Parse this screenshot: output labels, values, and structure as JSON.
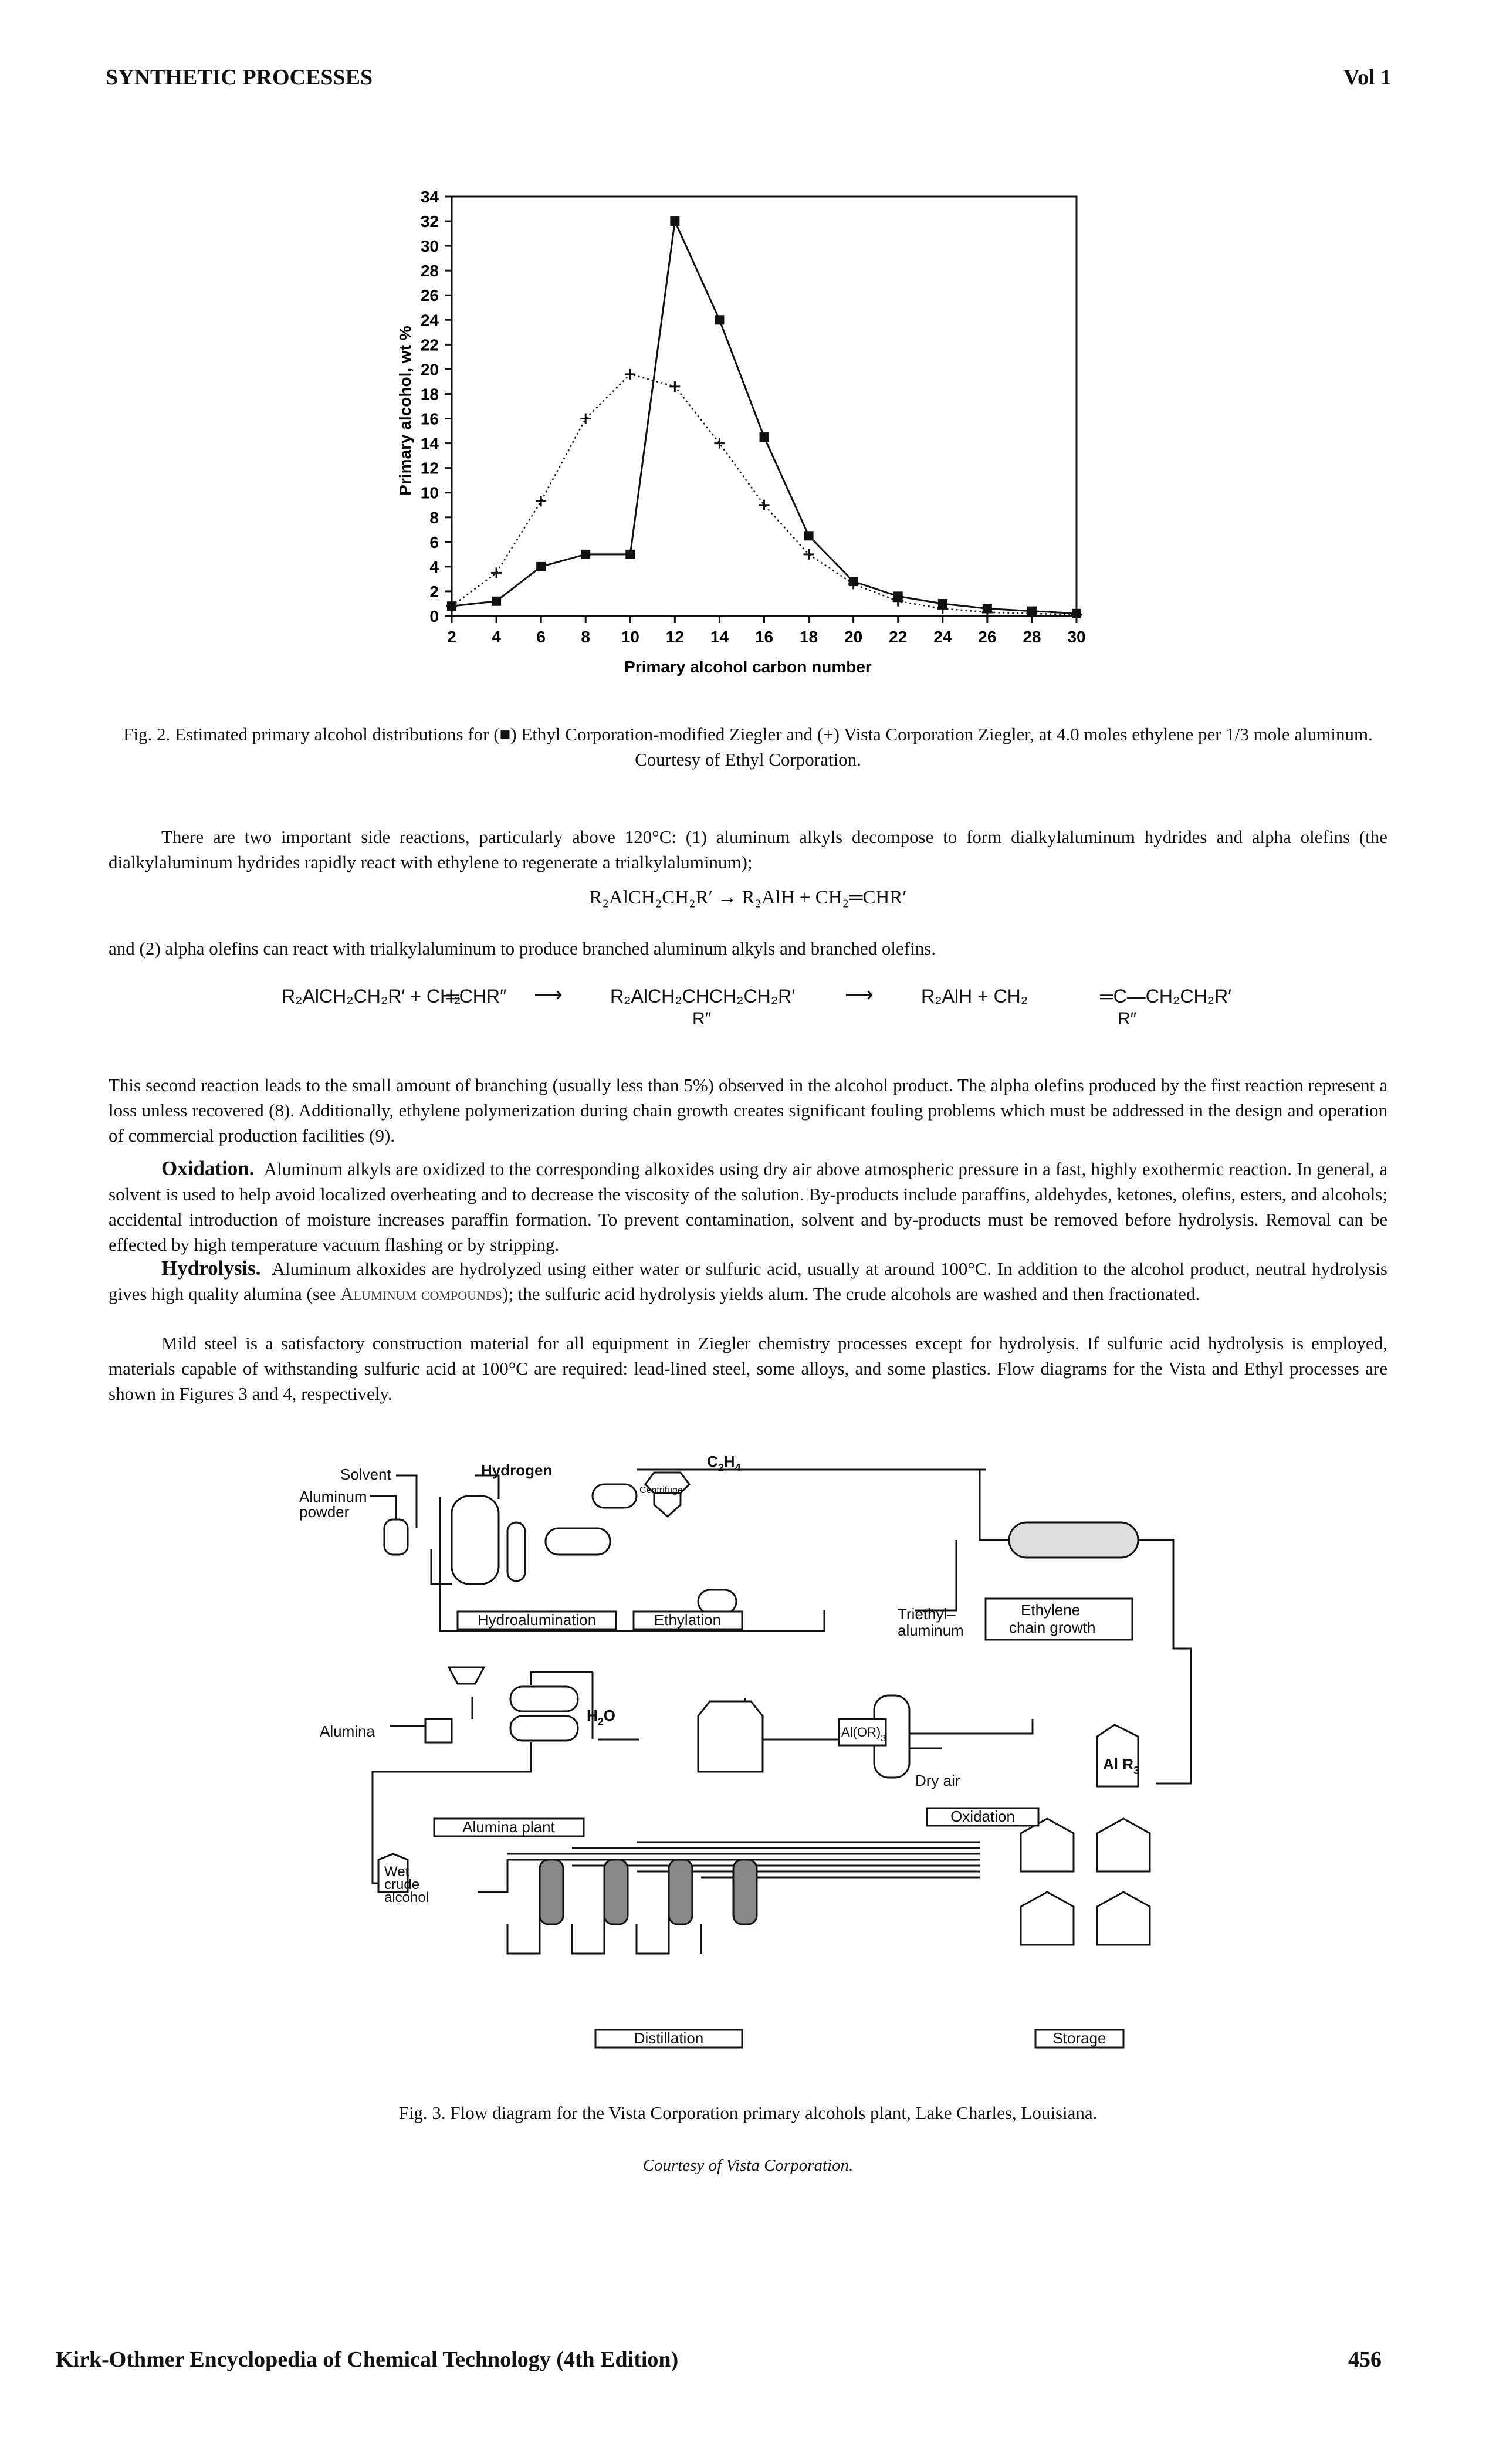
{
  "header": {
    "left": "SYNTHETIC PROCESSES",
    "right": "Vol 1"
  },
  "footer": {
    "left": "Kirk-Othmer Encyclopedia of Chemical Technology (4th Edition)",
    "right": "456"
  },
  "chart_data": {
    "type": "line",
    "xlabel": "Primary alcohol carbon number",
    "ylabel": "Primary alcohol, wt %",
    "xlim": [
      2,
      30
    ],
    "ylim": [
      0,
      34
    ],
    "xticks": [
      2,
      4,
      6,
      8,
      10,
      12,
      14,
      16,
      18,
      20,
      22,
      24,
      26,
      28,
      30
    ],
    "yticks": [
      0,
      2,
      4,
      6,
      8,
      10,
      12,
      14,
      16,
      18,
      20,
      22,
      24,
      26,
      28,
      30,
      32,
      34
    ],
    "grid": false,
    "series": [
      {
        "marker": "square",
        "line": "solid",
        "x": [
          2,
          4,
          6,
          8,
          10,
          12,
          14,
          16,
          18,
          20,
          22,
          24,
          26,
          28,
          30
        ],
        "y": [
          0.8,
          1.2,
          4.0,
          5.0,
          5.0,
          32.0,
          24.0,
          14.5,
          6.5,
          2.8,
          1.6,
          1.0,
          0.6,
          0.4,
          0.2
        ]
      },
      {
        "marker": "plus",
        "line": "dotted",
        "x": [
          2,
          4,
          6,
          8,
          10,
          12,
          14,
          16,
          18,
          20,
          22,
          24,
          26,
          28,
          30
        ],
        "y": [
          0.8,
          3.5,
          9.3,
          16.0,
          19.6,
          18.6,
          14.0,
          9.0,
          5.0,
          2.6,
          1.2,
          0.6,
          0.3,
          0.2,
          0.1
        ]
      }
    ]
  },
  "fig2_caption": "Fig. 2. Estimated primary alcohol distributions for (■) Ethyl Corporation-modified Ziegler and (+) Vista Corporation Ziegler, at 4.0 moles ethylene per 1/3 mole aluminum. Courtesy of Ethyl Corporation.",
  "para1": "There are two important side reactions, particularly above 120°C: (1) aluminum alkyls decompose to form dialkylaluminum hydrides and alpha olefins (the dialkylaluminum hydrides rapidly react with ethylene to regenerate a trialkylaluminum);",
  "eq1": "R₂AlCH₂CH₂R′ → R₂AlH + CH₂═CHR′",
  "para2": "and (2) alpha olefins can react with trialkylaluminum to produce branched aluminum alkyls and branched olefins.",
  "eq2": {
    "part1": "R₂AlCH₂CH₂R′ + CH₂",
    "part2": "═CHR″",
    "part3": "R₂AlCH₂CHCH₂CH₂R′",
    "part4": "R₂AlH + CH₂",
    "part5": "═C—CH₂CH₂R′",
    "sub1": "R″",
    "sub2": "R″"
  },
  "para3": "This second reaction leads to the small amount of branching (usually less than 5%) observed in the alcohol product. The alpha olefins produced by the first reaction represent a loss unless recovered (8). Additionally, ethylene polymerization during chain growth creates significant fouling problems which must be addressed in the design and operation of commercial production facilities (9).",
  "oxidation_head": "Oxidation.",
  "oxidation_text": "Aluminum alkyls are oxidized to the corresponding alkoxides using dry air above atmospheric pressure in a fast, highly exothermic reaction. In general, a solvent is used to help avoid localized overheating and to decrease the viscosity of the solution. By-products include paraffins, aldehydes, ketones, olefins, esters, and alcohols; accidental introduction of moisture increases paraffin formation. To prevent contamination, solvent and by-products must be removed before hydrolysis. Removal can be effected by high temperature vacuum flashing or by stripping.",
  "hydrolysis_head": "Hydrolysis.",
  "hydrolysis_text_a": "Aluminum alkoxides are hydrolyzed using either water or sulfuric acid, usually at around 100°C. In addition to the alcohol product, neutral hydrolysis gives high quality alumina (see ",
  "hydrolysis_link": "Aluminum compounds",
  "hydrolysis_text_b": "); the sulfuric acid hydrolysis yields alum. The crude alcohols are washed and then fractionated.",
  "para_steel": "Mild steel is a satisfactory construction material for all equipment in Ziegler chemistry processes except for hydrolysis. If sulfuric acid hydrolysis is employed, materials capable of withstanding sulfuric acid at 100°C are required: lead-lined steel, some alloys, and some plastics. Flow diagrams for the Vista and Ethyl processes are shown in Figures 3 and 4, respectively.",
  "flow": {
    "solvent": "Solvent",
    "aluminum": "Aluminum",
    "powder": "powder",
    "hydrogen": "Hydrogen",
    "centrifuge": "Centrifuge",
    "c2h4_c": "C",
    "c2h4_2": "2",
    "c2h4_h": "H",
    "c2h4_4": "4",
    "hydroalumination": "Hydroalumination",
    "ethylation": "Ethylation",
    "triethyl1": "Triethyl–",
    "triethyl2": "aluminum",
    "ethylene1": "Ethylene",
    "ethylene2": "chain growth",
    "alumina": "Alumina",
    "h2o_h": "H",
    "h2o_2": "2",
    "h2o_o": "O",
    "aior3": "Al(OR)",
    "aior3_sub": "3",
    "dry_air": "Dry air",
    "alr3": "Al R",
    "alr3_sub": "3",
    "oxidation": "Oxidation",
    "alumina_plant": "Alumina plant",
    "wet1": "Wet",
    "wet2": "crude",
    "wet3": "alcohol",
    "distillation": "Distillation",
    "storage": "Storage"
  },
  "fig3_caption": "Fig. 3. Flow diagram for the Vista Corporation primary alcohols plant, Lake Charles, Louisiana.",
  "fig3_courtesy": "Courtesy of Vista Corporation."
}
